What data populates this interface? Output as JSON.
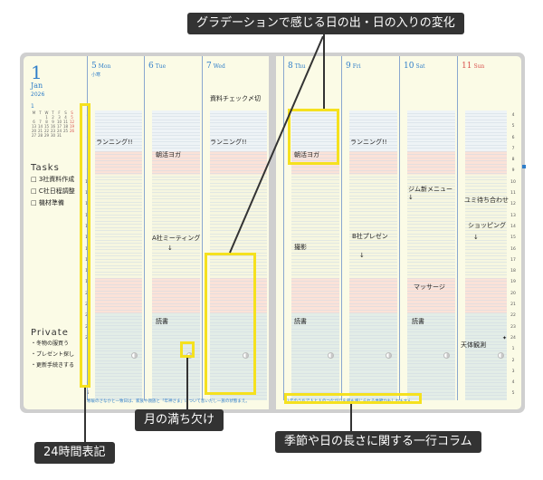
{
  "callouts": {
    "gradient": "グラデーションで感じる日の出・日の入りの変化",
    "hours": "24時間表記",
    "moon": "月の満ち欠け",
    "column": "季節や日の長さに関する一行コラム"
  },
  "month": {
    "num": "1",
    "name": "Jan",
    "year": "2026",
    "mini_label": "1"
  },
  "mini_calendar": {
    "dows": [
      "M",
      "T",
      "W",
      "T",
      "F",
      "S",
      "S"
    ],
    "days": [
      "",
      "",
      "1",
      "2",
      "3",
      "4",
      "5",
      "6",
      "7",
      "8",
      "9",
      "10",
      "11",
      "12",
      "13",
      "14",
      "15",
      "16",
      "17",
      "18",
      "19",
      "20",
      "21",
      "22",
      "23",
      "24",
      "25",
      "26",
      "27",
      "28",
      "29",
      "30",
      "31",
      "",
      "",
      ""
    ]
  },
  "tasks": {
    "heading": "Tasks",
    "items": [
      "□ 3社資料作成",
      "□ C社日程調整",
      "□ 機材準備"
    ]
  },
  "private": {
    "heading": "Private",
    "items": [
      "・冬物の服買う",
      "・プレゼント探し",
      "・更新手続きする"
    ]
  },
  "hours": [
    "4",
    "5",
    "6",
    "7",
    "8",
    "9",
    "10",
    "11",
    "12",
    "13",
    "14",
    "15",
    "16",
    "17",
    "18",
    "19",
    "20",
    "21",
    "22",
    "23",
    "24",
    "1",
    "2",
    "3",
    "4",
    "5"
  ],
  "days": {
    "mon": {
      "num": "5",
      "dow": "Mon",
      "sub": "小寒"
    },
    "tue": {
      "num": "6",
      "dow": "Tue"
    },
    "wed": {
      "num": "7",
      "dow": "Wed"
    },
    "thu": {
      "num": "8",
      "dow": "Thu"
    },
    "fri": {
      "num": "9",
      "dow": "Fri"
    },
    "sat": {
      "num": "10",
      "dow": "Sat"
    },
    "sun": {
      "num": "11",
      "dow": "Sun"
    }
  },
  "notes": {
    "wed_top": "資料チェック〆切",
    "mon_run": "ランニング!!",
    "tue_yoga": "朝活ヨガ",
    "wed_run": "ランニング!!",
    "tue_meeting": "A社ミーティング",
    "tue_reading": "読書",
    "thu_yoga": "朝活ヨガ",
    "thu_photo": "撮影",
    "thu_reading": "読書",
    "fri_run": "ランニング!!",
    "fri_present": "B社プレゼン",
    "sat_menu": "ジム新メニュー",
    "sat_massage": "マッサージ",
    "sat_reading": "読書",
    "sun_meet": "ユミ待ち合わせ",
    "sun_shopping": "ショッピング",
    "sun_stars": "天体観測"
  },
  "columns": {
    "left": "寒暖のさなかと一致日は、家族や親族と「年神さま」について思いだし一族の状態まえ。",
    "right": "1年のうちで人と人のつながりを最も感じられる季節かもしれません。"
  }
}
